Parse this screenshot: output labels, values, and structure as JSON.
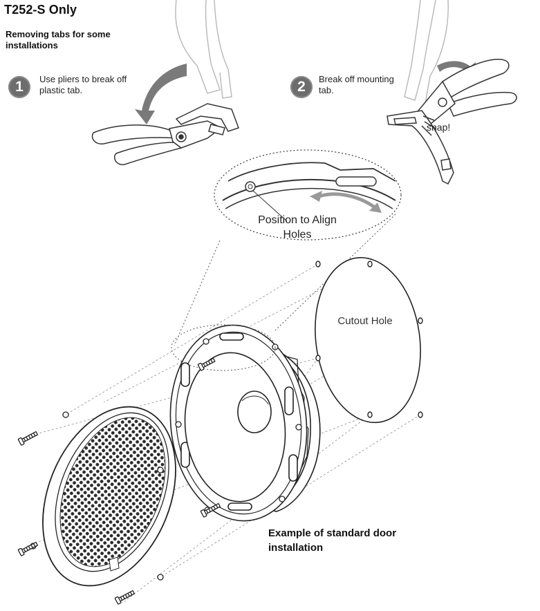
{
  "title": "T252-S Only",
  "subtitle": "Removing tabs for some installations",
  "steps": [
    {
      "number": "1",
      "text": "Use pliers to break off plastic tab."
    },
    {
      "number": "2",
      "text": "Break off mounting tab."
    }
  ],
  "callouts": {
    "snap": "snap!",
    "align": "Position to Align Holes",
    "cutout": "Cutout Hole"
  },
  "caption": "Example of standard door installation"
}
